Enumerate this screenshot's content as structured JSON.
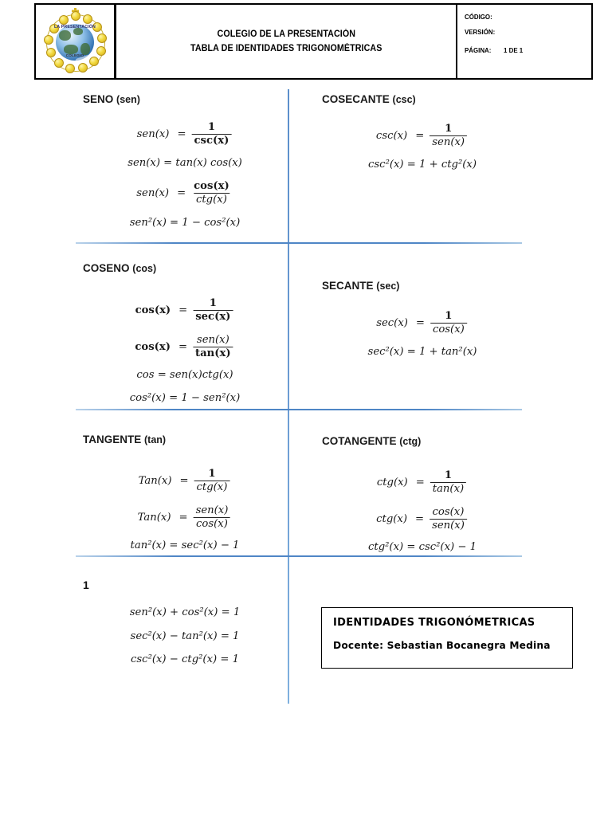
{
  "header": {
    "logo_alt": "school-crest",
    "logo_text_top": "LA PRESENTACIÓN",
    "logo_text_bottom": "COLEGIO",
    "title_line1": "COLEGIO DE LA PRESENTACIÓN",
    "title_line2": "TABLA DE IDENTIDADES TRIGONOMÉTRICAS",
    "meta": {
      "codigo_label": "CÓDIGO:",
      "codigo_value": "",
      "version_label": "VERSIÓN:",
      "version_value": "",
      "pagina_label": "PÁGINA:",
      "pagina_value": "1 DE 1"
    }
  },
  "sections": {
    "seno": {
      "name": "SENO",
      "abbr": "(sen)",
      "f1": {
        "lhs": "sen(x)",
        "num": "1",
        "den": "csc(x)"
      },
      "f2": "sen(x) = tan(x) cos(x)",
      "f3": {
        "lhs": "sen(x)",
        "num": "cos(x)",
        "den": "ctg(x)"
      },
      "f4": "sen²(x) = 1 − cos²(x)"
    },
    "cosecante": {
      "name": "COSECANTE",
      "abbr": "(csc)",
      "f1": {
        "lhs": "csc(x)",
        "num": "1",
        "den": "sen(x)"
      },
      "f2": "csc²(x) = 1 + ctg²(x)"
    },
    "coseno": {
      "name": "COSENO",
      "abbr": "(cos)",
      "f1": {
        "lhs": "cos(x)",
        "num": "1",
        "den": "sec(x)"
      },
      "f2": {
        "lhs": "cos(x)",
        "num": "sen(x)",
        "den": "tan(x)"
      },
      "f3": "cos = sen(x)ctg(x)",
      "f4": "cos²(x) = 1 − sen²(x)"
    },
    "secante": {
      "name": "SECANTE",
      "abbr": "(sec)",
      "f1": {
        "lhs": "sec(x)",
        "num": "1",
        "den": "cos(x)"
      },
      "f2": "sec²(x) = 1 + tan²(x)"
    },
    "tangente": {
      "name": "TANGENTE",
      "abbr": "(tan)",
      "f1": {
        "lhs": "Tan(x)",
        "num": "1",
        "den": "ctg(x)"
      },
      "f2": {
        "lhs": "Tan(x)",
        "num": "sen(x)",
        "den": "cos(x)"
      },
      "f3": "tan²(x) = sec²(x) − 1"
    },
    "cotangente": {
      "name": "COTANGENTE",
      "abbr": "(ctg)",
      "f1": {
        "lhs": "ctg(x)",
        "num": "1",
        "den": "tan(x)"
      },
      "f2": {
        "lhs": "ctg(x)",
        "num": "cos(x)",
        "den": "sen(x)"
      },
      "f3": "ctg²(x) = csc²(x) − 1"
    },
    "pythagorean": {
      "label": "1",
      "f1": "sen²(x) + cos²(x) = 1",
      "f2": "sec²(x) − tan²(x) = 1",
      "f3": "csc²(x) − ctg²(x) = 1"
    }
  },
  "info_box": {
    "title": "IDENTIDADES TRIGONÓMETRICAS",
    "teacher": "Docente: Sebastian Bocanegra Medina"
  },
  "colors": {
    "divider_blue": "#4f86c6",
    "logo_gold": "#f2d93c",
    "logo_blue": "#2f6fb0",
    "text_black": "#000000"
  }
}
